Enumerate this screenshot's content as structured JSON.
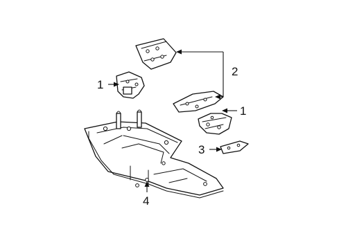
{
  "callouts": {
    "mount_left": "1",
    "bracket_group": "2",
    "mount_right": "1",
    "plate": "3",
    "crossmember": "4"
  }
}
